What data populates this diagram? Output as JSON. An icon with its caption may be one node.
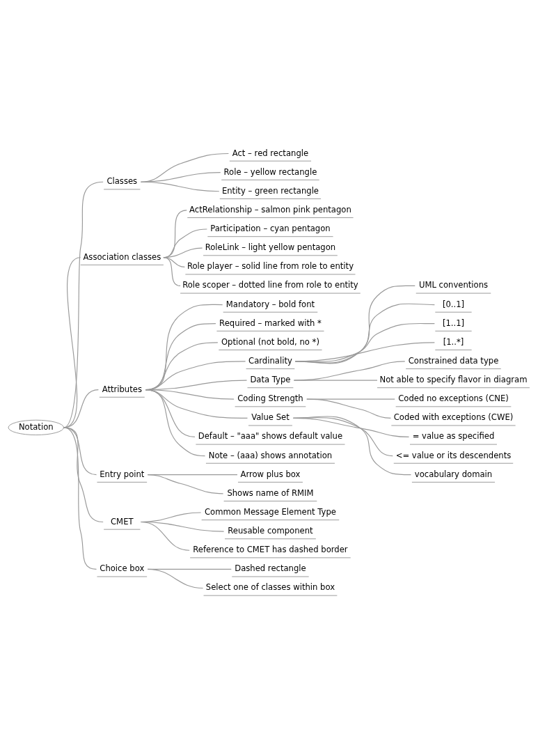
{
  "diagram": {
    "nodes": [
      {
        "text": [
          "Notation"
        ]
      },
      {
        "text": [
          "Classes"
        ]
      },
      {
        "text": [
          "Act – red rectangle"
        ]
      },
      {
        "text": [
          "Role – yellow rectangle"
        ]
      },
      {
        "text": [
          "Entity – green rectangle"
        ]
      },
      {
        "text": [
          "Association classes"
        ]
      },
      {
        "text": [
          "ActRelationship – salmon pink pentagon"
        ]
      },
      {
        "text": [
          "Participation – cyan pentagon"
        ]
      },
      {
        "text": [
          "RoleLink – light yellow pentagon"
        ]
      },
      {
        "text": [
          "Role player – solid line from role to entity"
        ]
      },
      {
        "text": [
          "Role scoper – dotted line from role to entity"
        ]
      },
      {
        "text": [
          "Attributes"
        ]
      },
      {
        "text": [
          "Mandatory – bold font"
        ]
      },
      {
        "text": [
          "Required – marked with *"
        ]
      },
      {
        "text": [
          "Optional (not bold, no *)"
        ]
      },
      {
        "text": [
          "Cardinality"
        ]
      },
      {
        "text": [
          "UML conventions"
        ]
      },
      {
        "text": [
          "[0..1]"
        ]
      },
      {
        "text": [
          "[1..1]"
        ]
      },
      {
        "text": [
          "[1..*]"
        ]
      },
      {
        "text": [
          "Data Type"
        ]
      },
      {
        "text": [
          "Constrained data type"
        ]
      },
      {
        "text": [
          "Not able to specify flavor in diagram"
        ]
      },
      {
        "text": [
          "Coding Strength"
        ]
      },
      {
        "text": [
          "Coded no exceptions (CNE)"
        ]
      },
      {
        "text": [
          "Coded with exceptions (CWE)"
        ]
      },
      {
        "text": [
          "Value Set"
        ]
      },
      {
        "text": [
          "= value as specified"
        ]
      },
      {
        "text": [
          "<= value or its descendents"
        ]
      },
      {
        "text": [
          "vocabulary domain"
        ]
      },
      {
        "text": [
          "Default – \"aaa\" shows default value"
        ]
      },
      {
        "text": [
          "Note – (aaa) shows annotation"
        ]
      },
      {
        "text": [
          "Entry point"
        ]
      },
      {
        "text": [
          "Arrow plus box"
        ]
      },
      {
        "text": [
          "Shows name of RMIM"
        ]
      },
      {
        "text": [
          "CMET"
        ]
      },
      {
        "text": [
          "Common Message Element Type"
        ]
      },
      {
        "text": [
          "Reusable component"
        ]
      },
      {
        "text": [
          "Reference to CMET has dashed border"
        ]
      },
      {
        "text": [
          "Choice box"
        ]
      },
      {
        "text": [
          "Dashed rectangle"
        ]
      },
      {
        "text": [
          "Select one of classes within box"
        ]
      }
    ],
    "edges": [
      {
        "from": 0,
        "to": 1,
        "arrow": "none"
      },
      {
        "from": 1,
        "to": 2,
        "arrow": "none"
      },
      {
        "from": 1,
        "to": 3,
        "arrow": "none"
      },
      {
        "from": 1,
        "to": 4,
        "arrow": "none"
      },
      {
        "from": 0,
        "to": 5,
        "arrow": "none"
      },
      {
        "from": 5,
        "to": 6,
        "arrow": "none"
      },
      {
        "from": 5,
        "to": 7,
        "arrow": "none"
      },
      {
        "from": 5,
        "to": 8,
        "arrow": "none"
      },
      {
        "from": 5,
        "to": 9,
        "arrow": "none"
      },
      {
        "from": 5,
        "to": 10,
        "arrow": "none"
      },
      {
        "from": 0,
        "to": 11,
        "arrow": "none"
      },
      {
        "from": 11,
        "to": 12,
        "arrow": "none"
      },
      {
        "from": 11,
        "to": 13,
        "arrow": "none"
      },
      {
        "from": 11,
        "to": 14,
        "arrow": "none"
      },
      {
        "from": 11,
        "to": 15,
        "arrow": "none"
      },
      {
        "from": 15,
        "to": 16,
        "arrow": "none"
      },
      {
        "from": 15,
        "to": 17,
        "arrow": "none"
      },
      {
        "from": 15,
        "to": 18,
        "arrow": "none"
      },
      {
        "from": 15,
        "to": 19,
        "arrow": "none"
      },
      {
        "from": 11,
        "to": 20,
        "arrow": "none"
      },
      {
        "from": 20,
        "to": 21,
        "arrow": "none"
      },
      {
        "from": 20,
        "to": 22,
        "arrow": "none"
      },
      {
        "from": 11,
        "to": 23,
        "arrow": "none"
      },
      {
        "from": 23,
        "to": 24,
        "arrow": "none"
      },
      {
        "from": 23,
        "to": 25,
        "arrow": "none"
      },
      {
        "from": 11,
        "to": 26,
        "arrow": "none"
      },
      {
        "from": 26,
        "to": 27,
        "arrow": "none"
      },
      {
        "from": 26,
        "to": 28,
        "arrow": "none"
      },
      {
        "from": 26,
        "to": 29,
        "arrow": "none"
      },
      {
        "from": 11,
        "to": 30,
        "arrow": "none"
      },
      {
        "from": 11,
        "to": 31,
        "arrow": "none"
      },
      {
        "from": 0,
        "to": 32,
        "arrow": "none"
      },
      {
        "from": 32,
        "to": 33,
        "arrow": "none"
      },
      {
        "from": 32,
        "to": 34,
        "arrow": "none"
      },
      {
        "from": 0,
        "to": 35,
        "arrow": "none"
      },
      {
        "from": 35,
        "to": 36,
        "arrow": "none"
      },
      {
        "from": 35,
        "to": 37,
        "arrow": "none"
      },
      {
        "from": 35,
        "to": 38,
        "arrow": "none"
      },
      {
        "from": 0,
        "to": 39,
        "arrow": "none"
      },
      {
        "from": 39,
        "to": 40,
        "arrow": "none"
      },
      {
        "from": 39,
        "to": 41,
        "arrow": "none"
      }
    ]
  }
}
